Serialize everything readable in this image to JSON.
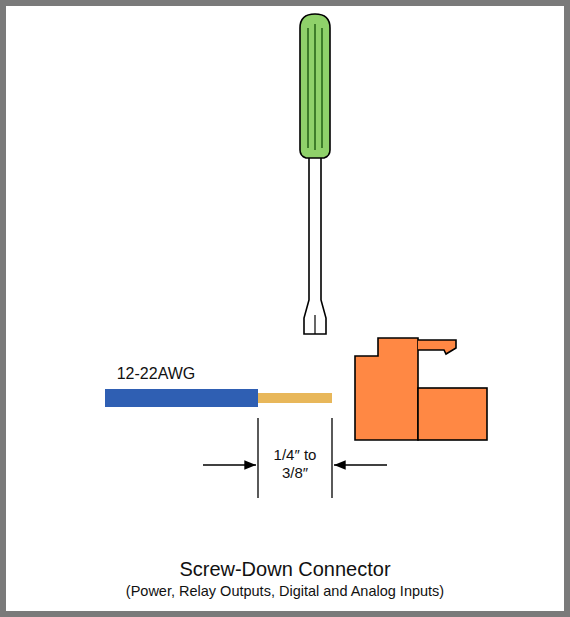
{
  "diagram": {
    "caption": "Screw-Down Connector",
    "labels": [
      "12-22AWG",
      "1/4″ to 3/8″",
      "(Power, Relay Outputs, Digital and Analog Inputs)"
    ]
  }
}
